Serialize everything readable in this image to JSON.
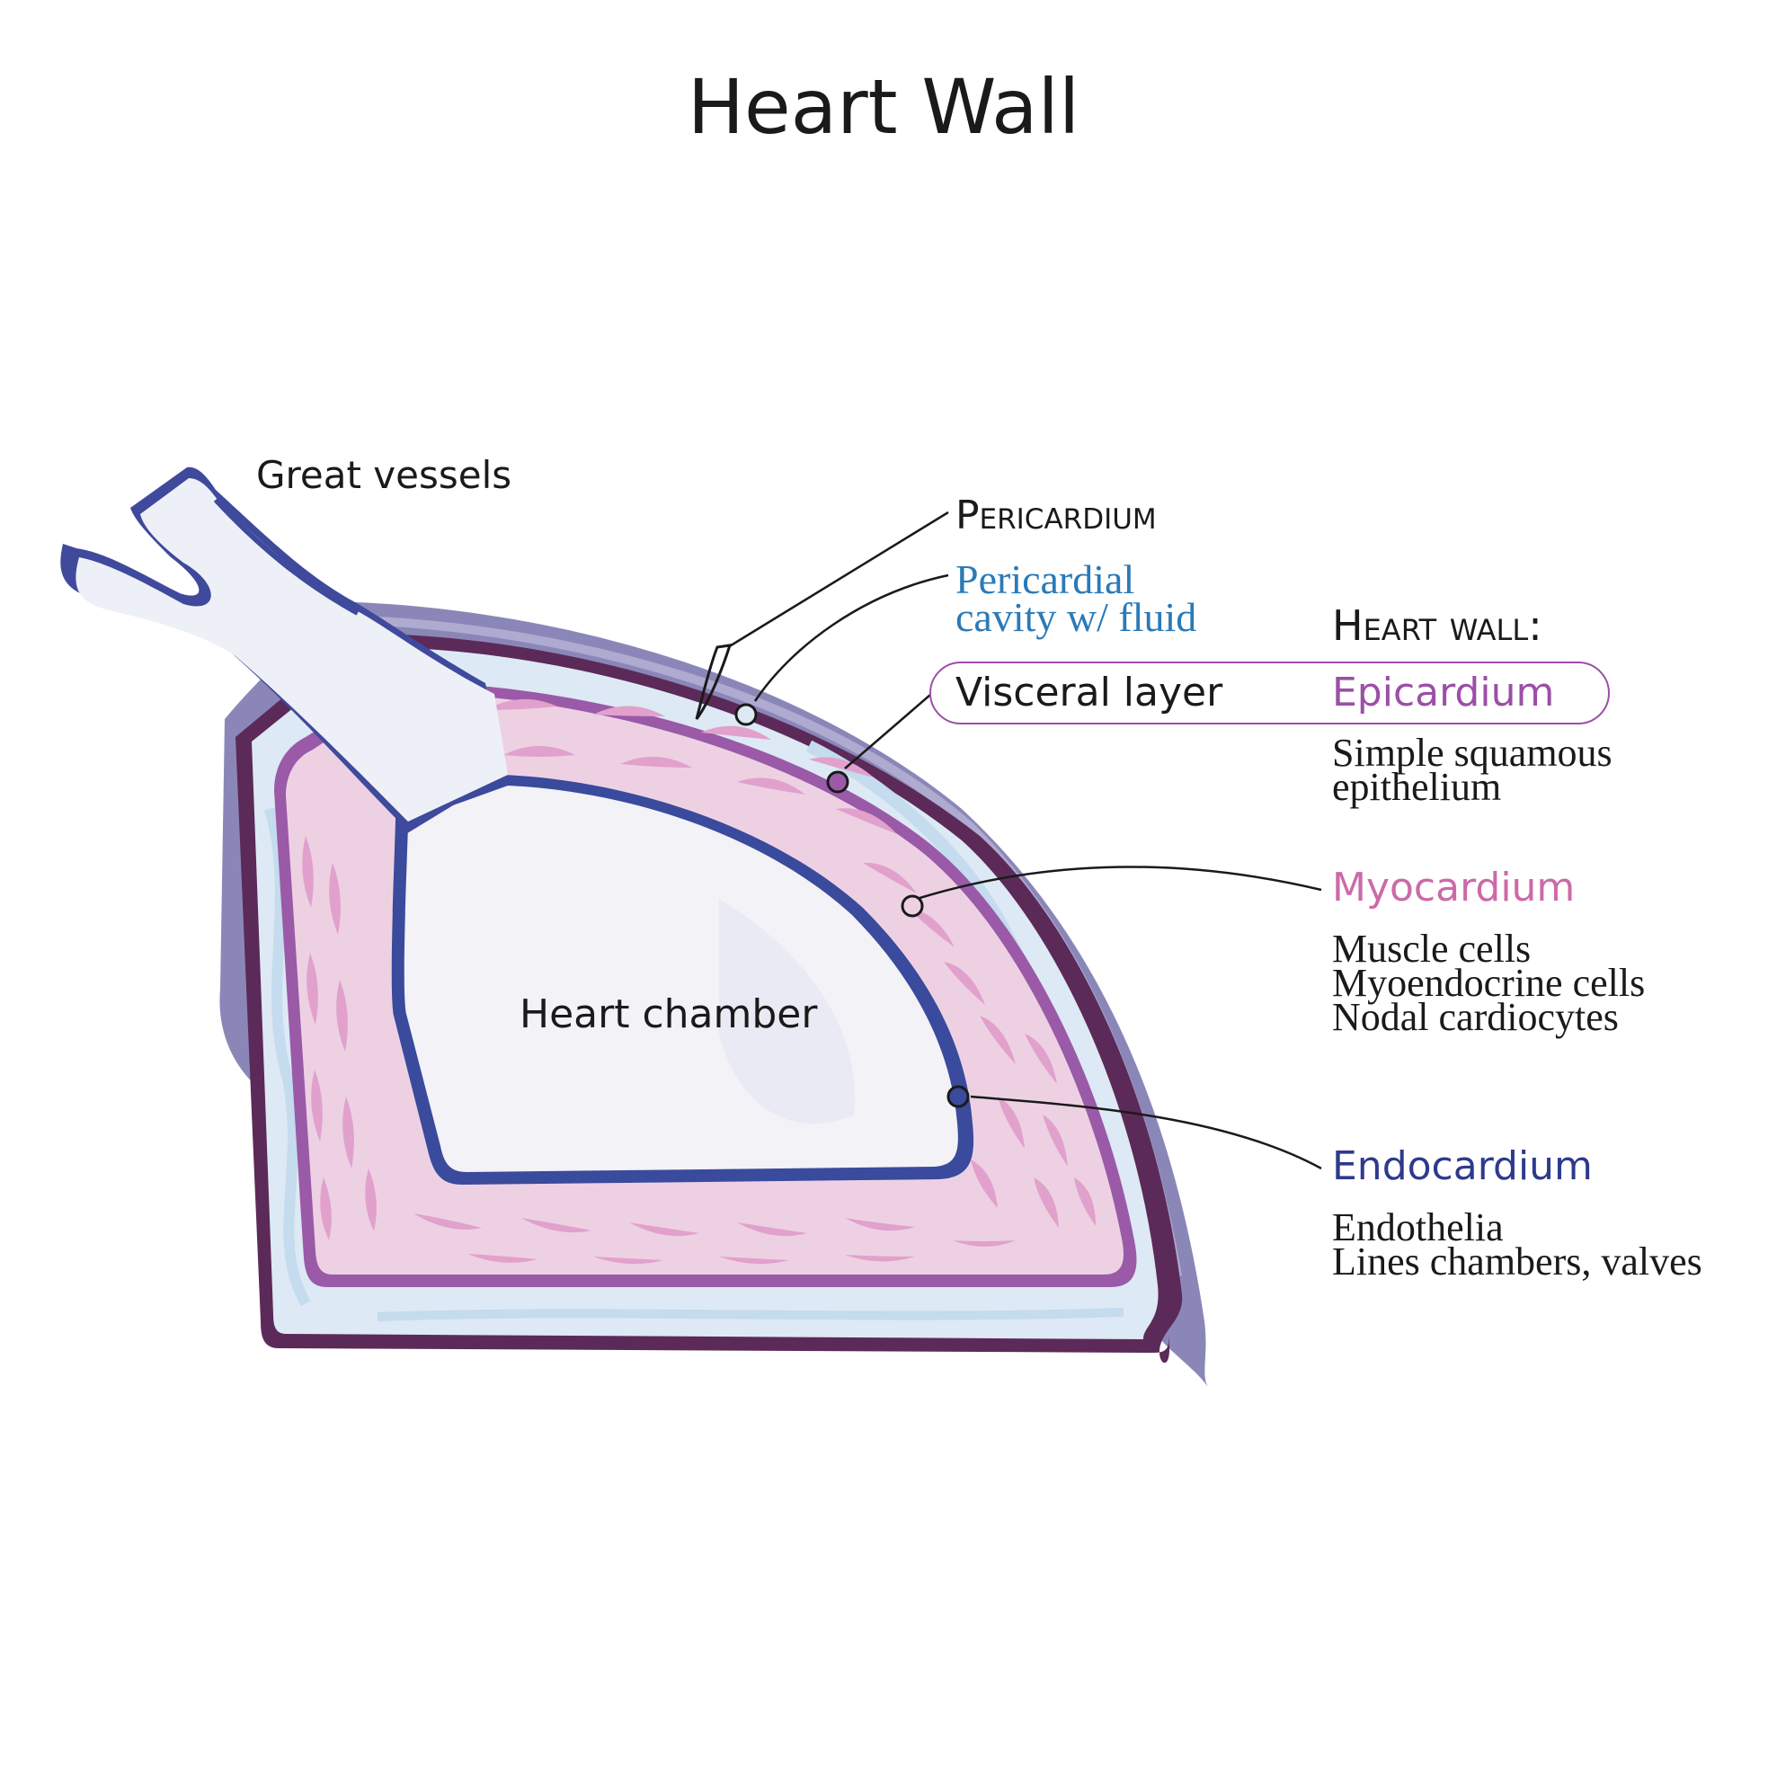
{
  "title": "Heart Wall",
  "labels": {
    "great_vessels": "Great vessels",
    "heart_chamber": "Heart chamber",
    "pericardium": "Pericardium",
    "pericardial_cavity_line1": "Pericardial",
    "pericardial_cavity_line2": "cavity w/ fluid",
    "visceral_layer": "Visceral layer"
  },
  "heart_wall": {
    "heading": "Heart wall:",
    "epicardium": {
      "name": "Epicardium",
      "details": [
        "Simple squamous",
        "epithelium"
      ]
    },
    "myocardium": {
      "name": "Myocardium",
      "details": [
        "Muscle cells",
        "Myoendocrine cells",
        "Nodal cardiocytes"
      ]
    },
    "endocardium": {
      "name": "Endocardium",
      "details": [
        "Endothelia",
        "Lines chambers, valves"
      ]
    }
  },
  "colors": {
    "title_text": "#1a1a1a",
    "pericardial_cavity_text": "#2a7ab8",
    "epicardium_text": "#9b4fa6",
    "myocardium_text": "#cc6aa8",
    "endocardium_text": "#2e3a8c",
    "pericardium_outer": "#8a87b8",
    "pericardium_line": "#5c2a58",
    "cavity_fill": "#dde9f4",
    "myocardium_fill": "#edd1e3",
    "muscle_strokes": "#e1a1cc",
    "endocardium_line": "#3a4a9c",
    "chamber_fill": "#f2f2f7"
  }
}
